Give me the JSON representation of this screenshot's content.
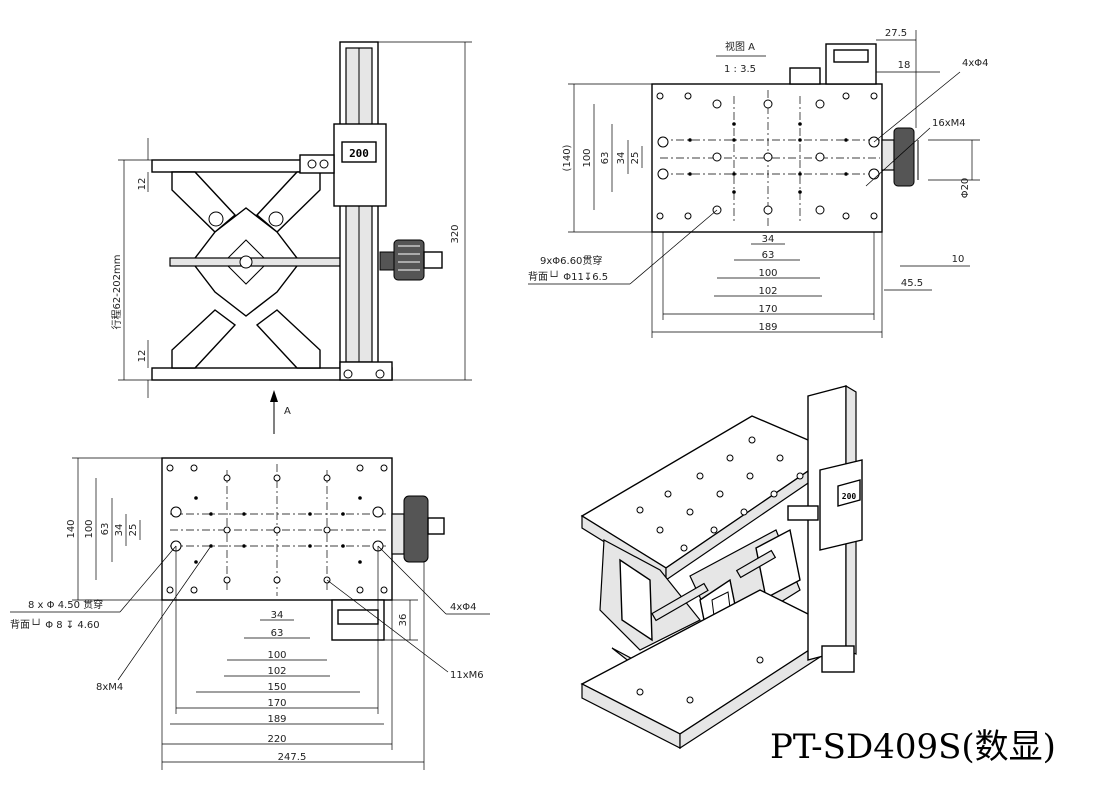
{
  "model": {
    "label": "PT-SD409S(数显)"
  },
  "side_view": {
    "display_value": "200",
    "stroke_label": "行程62-202mm",
    "dim_height": "320",
    "dim_top_plate": "12",
    "dim_bottom_plate": "12",
    "arrow_label": "A"
  },
  "view_a": {
    "title": "视图 A",
    "scale": "1 : 3.5",
    "dims_vertical": [
      "(140)",
      "100",
      "63",
      "34",
      "25"
    ],
    "dims_horizontal": [
      "34",
      "63",
      "100",
      "102",
      "170",
      "189"
    ],
    "dim_27_5": "27.5",
    "dim_18": "18",
    "dim_10": "10",
    "dim_45_5": "45.5",
    "dim_phi20": "Φ20",
    "note_4x": "4xΦ4",
    "note_16": "16xM4",
    "note_through": "9xΦ6.60贯穿",
    "note_back": "背面└┘ Φ11↧6.5"
  },
  "top_view": {
    "dims_vertical": [
      "140",
      "100",
      "63",
      "34",
      "25"
    ],
    "dims_horizontal": [
      "34",
      "63",
      "100",
      "102",
      "150",
      "170",
      "189",
      "220",
      "247.5"
    ],
    "dim_36": "36",
    "note_through": "8 x Φ 4.50 贯穿",
    "note_back": "背面└┘ Φ 8 ↧ 4.60",
    "note_8xm4": "8xM4",
    "note_4x": "4xΦ4",
    "note_11": "11xM6"
  }
}
